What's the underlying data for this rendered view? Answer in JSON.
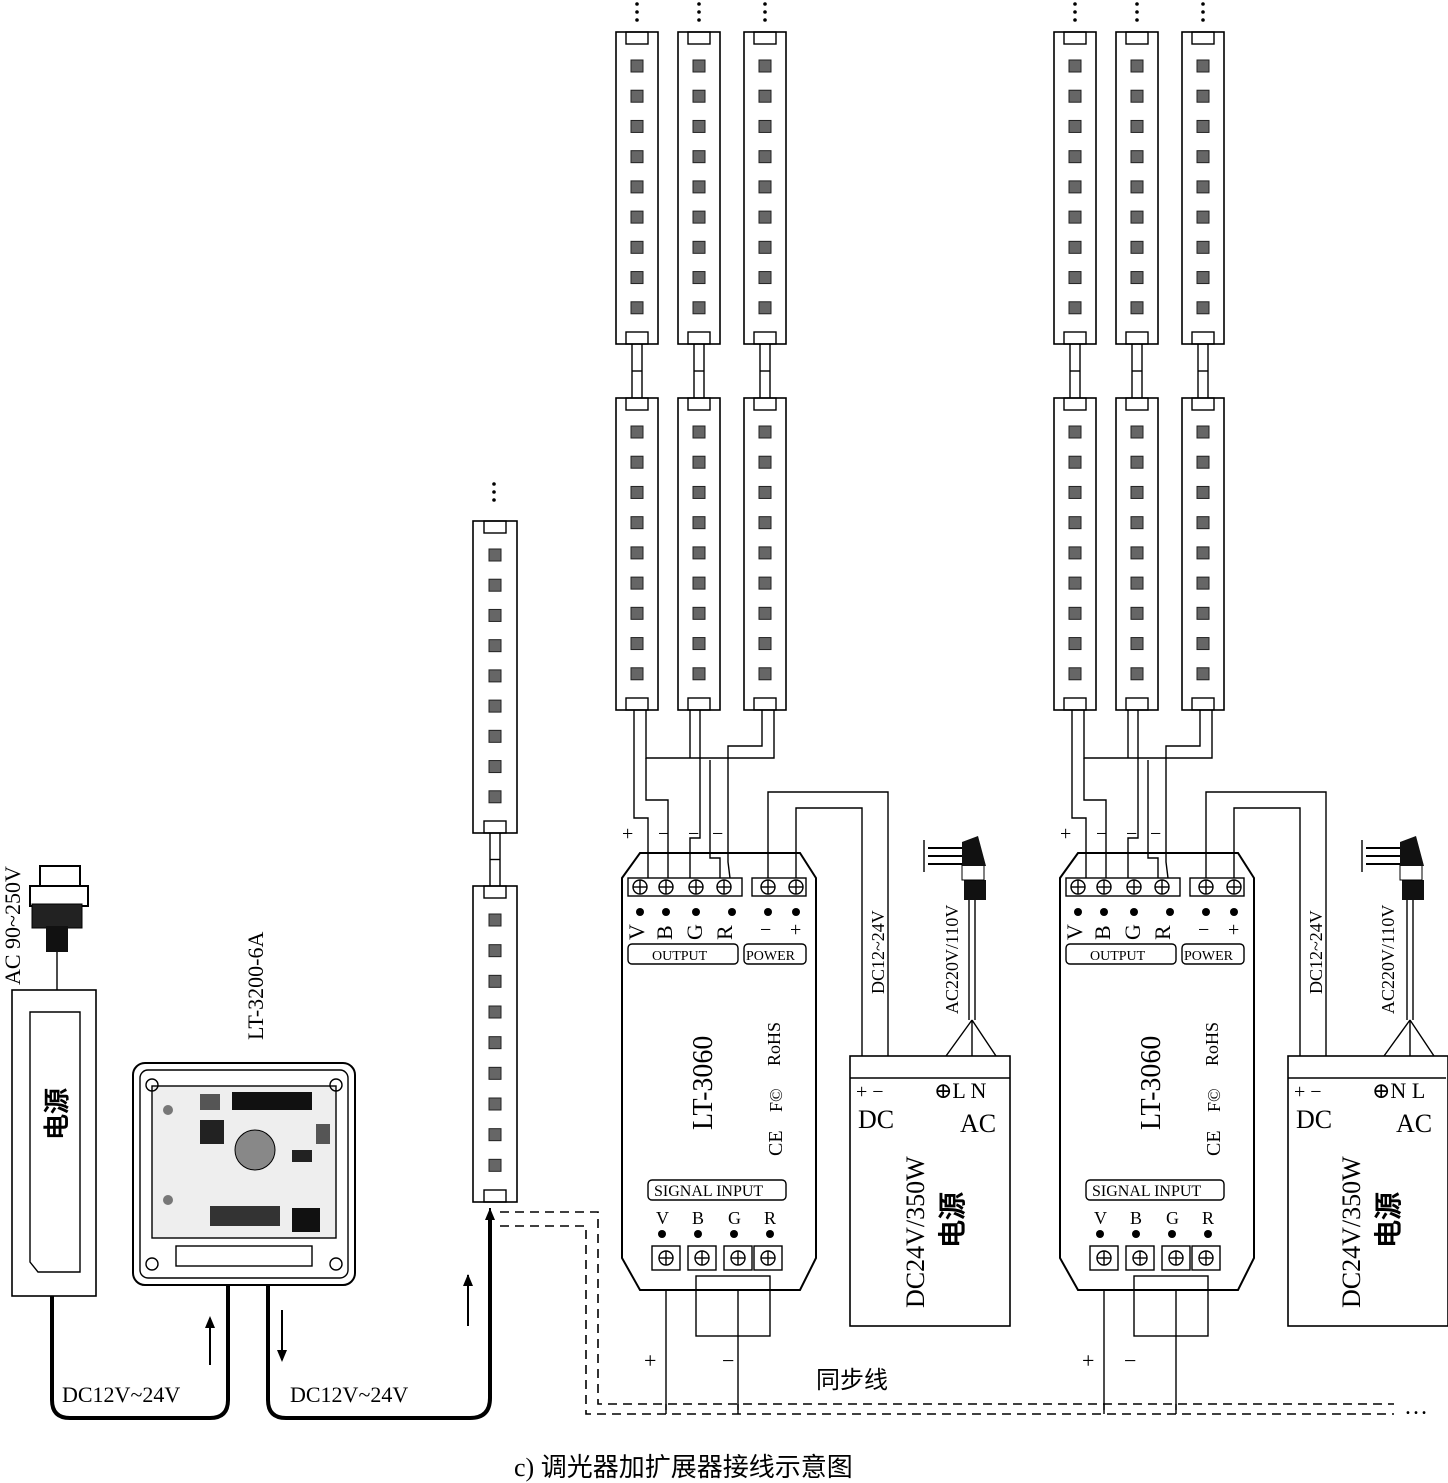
{
  "caption": "c) 调光器加扩展器接线示意图",
  "power_left": {
    "ac_label": "AC 90~250V",
    "name": "电源",
    "dc_label": "DC12V~24V"
  },
  "controller": {
    "model": "LT-3200-6A",
    "dc_label": "DC12V~24V"
  },
  "amplifier": {
    "model": "LT-3060",
    "output_pins": [
      "V",
      "B",
      "G",
      "R"
    ],
    "power_pins": [
      "−",
      "+"
    ],
    "output_label": "OUTPUT",
    "power_label": "POWER",
    "signal_label": "SIGNAL INPUT",
    "signal_pins": [
      "V",
      "B",
      "G",
      "R"
    ],
    "cert_fc": "F©",
    "cert_rohs": "RoHS",
    "cert_ce": "CE",
    "wire_marks": [
      "+",
      "−",
      "−",
      "−"
    ],
    "sig_marks": [
      "+",
      "−"
    ]
  },
  "psu_units": [
    {
      "model": "DC24V/350W",
      "name": "电源",
      "dc": "DC",
      "ac": "AC",
      "dc_pins": "+ −",
      "ac_pins": "⊕L N",
      "dc_wire": "DC12~24V",
      "ac_wire": "AC220V/110V"
    },
    {
      "model": "DC24V/350W",
      "name": "电源",
      "dc": "DC",
      "ac": "AC",
      "dc_pins": "+ −",
      "ac_pins": "⊕N L",
      "dc_wire": "DC12~24V",
      "ac_wire": "AC220V/110V"
    }
  ],
  "sync_label": "同步线",
  "ellipsis": "…"
}
